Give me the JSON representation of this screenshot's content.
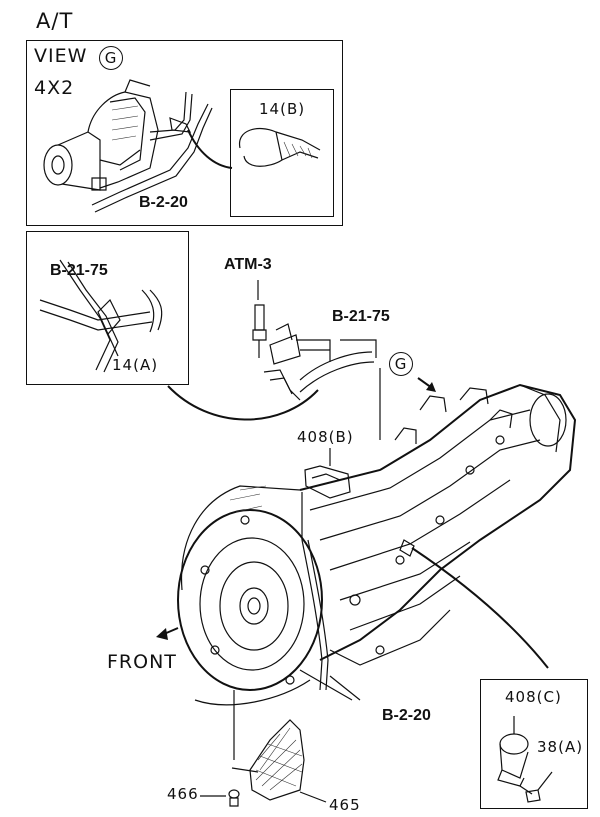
{
  "header": {
    "transmission_type": "A/T"
  },
  "view_g_panel": {
    "view_label": "VIEW",
    "view_letter": "G",
    "drive_label": "4X2",
    "ref_b_2_20": "B-2-20",
    "inset_part": "14(B)"
  },
  "clip_panel": {
    "ref_b_21_75": "B-21-75",
    "part_14a": "14(A)"
  },
  "main": {
    "atm_ref": "ATM-3",
    "ref_b_21_75": "B-21-75",
    "view_marker": "G",
    "part_408b": "408(B)",
    "front_label": "FRONT",
    "ref_b_2_20": "B-2-20",
    "part_466": "466",
    "part_465": "465"
  },
  "detail_c_panel": {
    "part_408c": "408(C)",
    "part_38a": "38(A)"
  },
  "colors": {
    "line": "#111111",
    "background": "#ffffff"
  },
  "icons": [
    "direction-arrow-icon",
    "circled-letter-icon"
  ]
}
